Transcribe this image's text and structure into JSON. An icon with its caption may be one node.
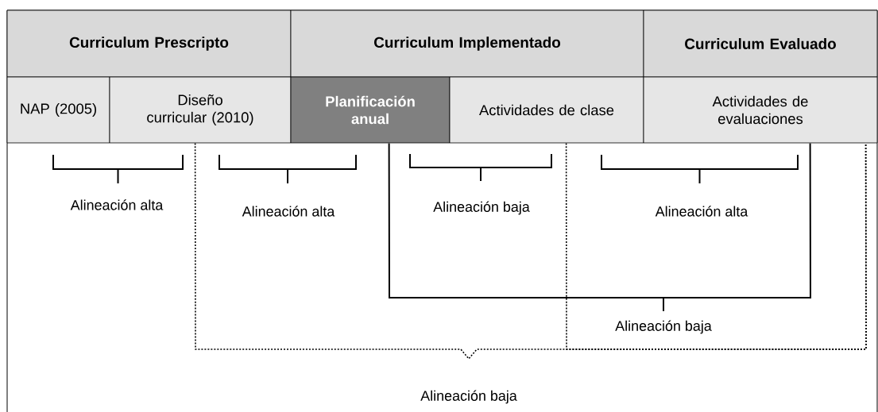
{
  "diagram": {
    "nodes": [
      {
        "text": [
          "Curriculum Prescripto"
        ]
      },
      {
        "text": [
          "Curriculum Implementado"
        ]
      },
      {
        "text": [
          "Curriculum Evaluado"
        ]
      },
      {
        "text": [
          "NAP (2005)"
        ]
      },
      {
        "text": [
          "Diseño curricular (2010)"
        ]
      },
      {
        "text": [
          "Planificación anual"
        ]
      },
      {
        "text": [
          "Actividades de clase"
        ]
      },
      {
        "text": [
          "Actividades de evaluaciones"
        ]
      }
    ],
    "edges": [
      {
        "from": 5,
        "to": 7,
        "arrow": "none",
        "label": "Alineación baja"
      },
      {
        "from": 4,
        "to": 7,
        "arrow": "none",
        "style": "dashed",
        "label": "Alineación baja"
      },
      {
        "from": 6,
        "to": 7,
        "arrow": "none",
        "style": "dashed"
      }
    ],
    "labels": [
      "Alineación alta",
      "Alineación alta",
      "Alineación baja",
      "Alineación alta"
    ]
  }
}
